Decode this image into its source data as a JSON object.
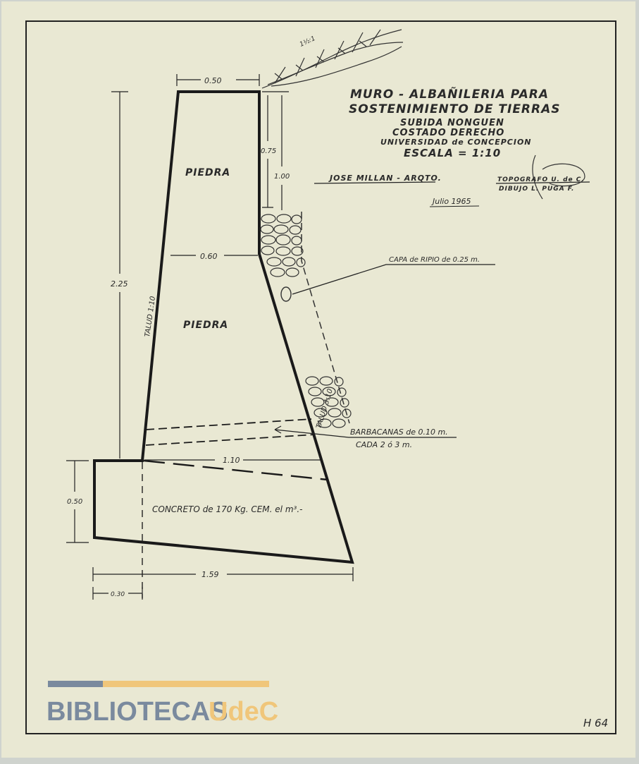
{
  "title": {
    "line1": "MURO - ALBAÑILERIA PARA",
    "line2": "SOSTENIMIENTO DE TIERRAS",
    "line3": "SUBIDA NONGUEN",
    "line4": "COSTADO DERECHO",
    "line5": "UNIVERSIDAD de CONCEPCION",
    "scale": "ESCALA = 1:10"
  },
  "credits": {
    "architect": "JOSE MILLAN - ARQTO.",
    "topographer": "TOPOGRAFO U. de C.",
    "drafter": "DIBUJO L. PUGA F.",
    "date": "Julio 1965"
  },
  "labels": {
    "piedra_top": "PIEDRA",
    "piedra_mid": "PIEDRA",
    "concreto": "CONCRETO de 170 Kg. CEM. el m³.-",
    "talud_front": "TALUD 1:10",
    "talud_back": "TALUD 3:10",
    "slope_note": "1½:1",
    "capa_ripio": "CAPA de RIPIO de 0.25 m.",
    "barbacanas_line1": "BARBACANAS de 0.10 m.",
    "barbacanas_line2": "CADA 2 ó 3 m."
  },
  "dimensions": {
    "top_width": "0.50",
    "d075": "0.75",
    "d100": "1.00",
    "mid_width": "0.60",
    "height": "2.25",
    "base_width": "1.10",
    "footing_height": "0.50",
    "total_width": "1.59",
    "toe": "0.30"
  },
  "watermark": {
    "text_a": "BIBLIOTECAS",
    "text_b": "UdeC",
    "color_a": "#7a8a9e",
    "color_b": "#f0c67a"
  },
  "sheet_code": "H 64",
  "colors": {
    "paper": "#e9e8d3",
    "ink": "#1f1f1f"
  }
}
